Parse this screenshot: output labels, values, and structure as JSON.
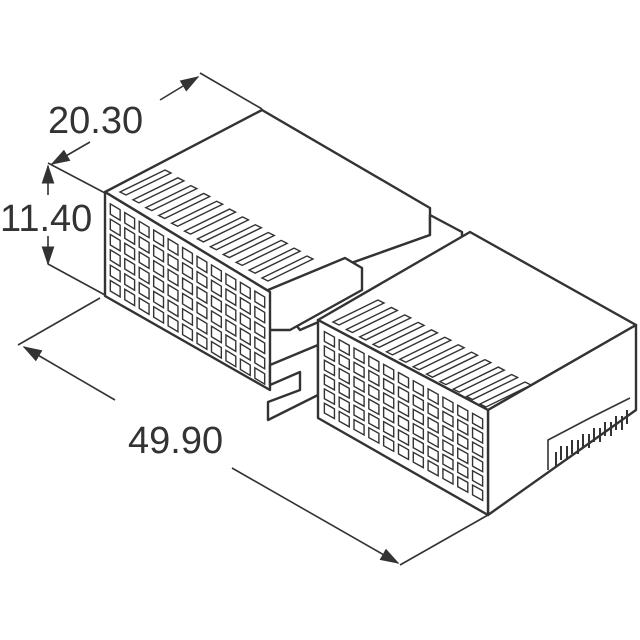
{
  "dimensions": {
    "depth": "20.30",
    "height": "11.40",
    "length": "49.90"
  },
  "colors": {
    "line": "#333333",
    "background": "#ffffff"
  }
}
